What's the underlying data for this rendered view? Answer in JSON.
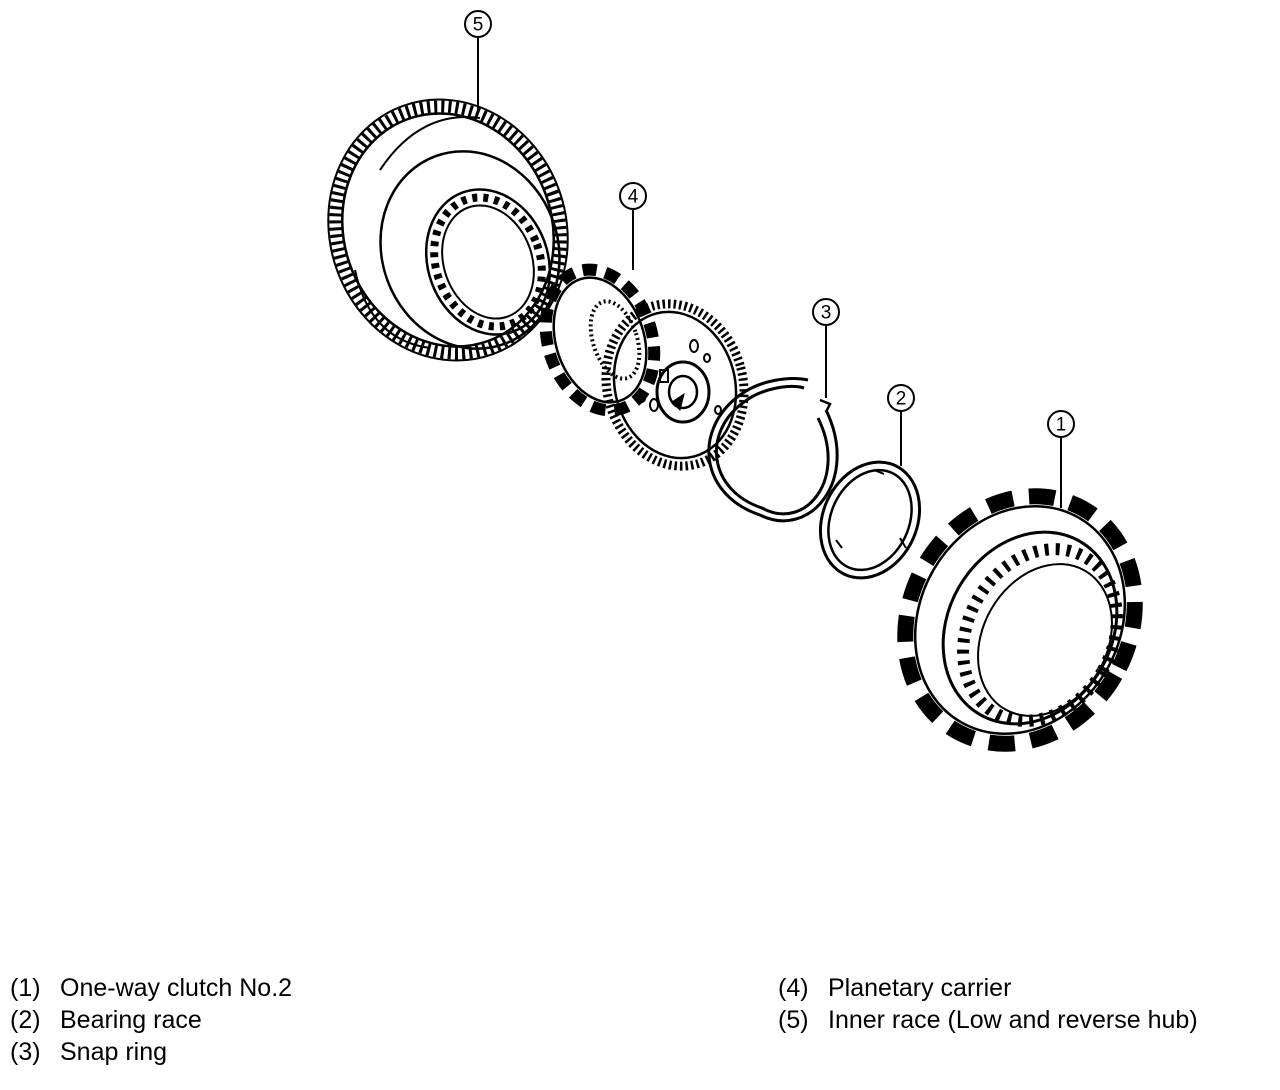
{
  "callouts": [
    {
      "id": "5",
      "glyph": "5"
    },
    {
      "id": "4",
      "glyph": "4"
    },
    {
      "id": "3",
      "glyph": "3"
    },
    {
      "id": "2",
      "glyph": "2"
    },
    {
      "id": "1",
      "glyph": "1"
    }
  ],
  "legend": {
    "left": [
      {
        "num": "(1)",
        "label": "One-way clutch No.2"
      },
      {
        "num": "(2)",
        "label": "Bearing race"
      },
      {
        "num": "(3)",
        "label": "Snap ring"
      }
    ],
    "right": [
      {
        "num": "(4)",
        "label": "Planetary carrier"
      },
      {
        "num": "(5)",
        "label": "Inner race (Low and reverse hub)"
      }
    ]
  }
}
